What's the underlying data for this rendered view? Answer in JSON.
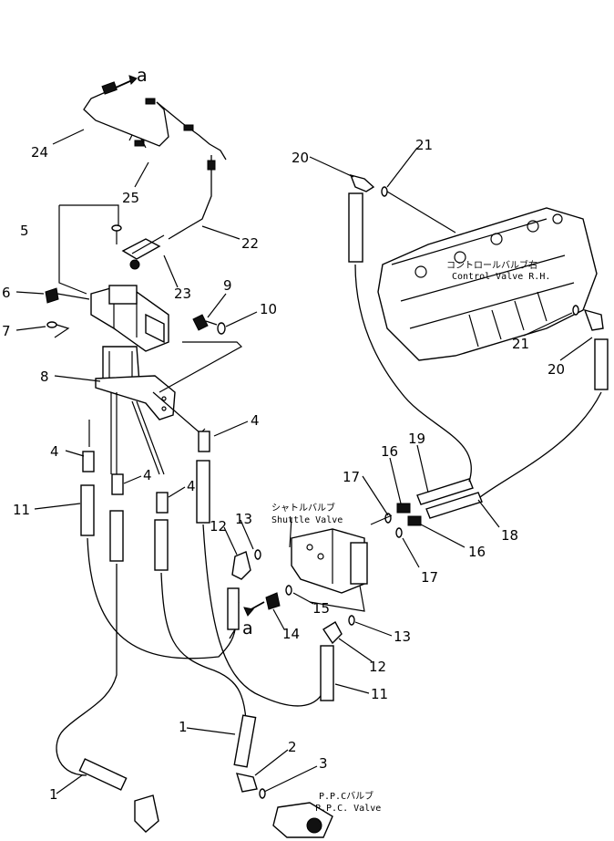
{
  "part_numbers": {
    "p1a": "1",
    "p1b": "1",
    "p2": "2",
    "p3": "3",
    "p4a": "4",
    "p4b": "4",
    "p4c": "4",
    "p4d": "4",
    "p5": "5",
    "p6": "6",
    "p7": "7",
    "p8": "8",
    "p9": "9",
    "p10": "10",
    "p11a": "11",
    "p11b": "11",
    "p12a": "12",
    "p12b": "12",
    "p13a": "13",
    "p13b": "13",
    "p14": "14",
    "p15": "15",
    "p16a": "16",
    "p16b": "16",
    "p17a": "17",
    "p17b": "17",
    "p18": "18",
    "p19": "19",
    "p20a": "20",
    "p20b": "20",
    "p21a": "21",
    "p21b": "21",
    "p22": "22",
    "p23": "23",
    "p24": "24",
    "p25": "25"
  },
  "connection_marks": {
    "a_top": "a",
    "a_bottom": "a"
  },
  "component_labels": {
    "control_valve_jp": "コントロールバルブ右",
    "control_valve_en": "Control Valve R.H.",
    "shuttle_valve_jp": "シャトルバルブ",
    "shuttle_valve_en": "Shuttle Valve",
    "ppc_valve_jp": "P.P.Cバルブ",
    "ppc_valve_en": "P.P.C. Valve"
  }
}
